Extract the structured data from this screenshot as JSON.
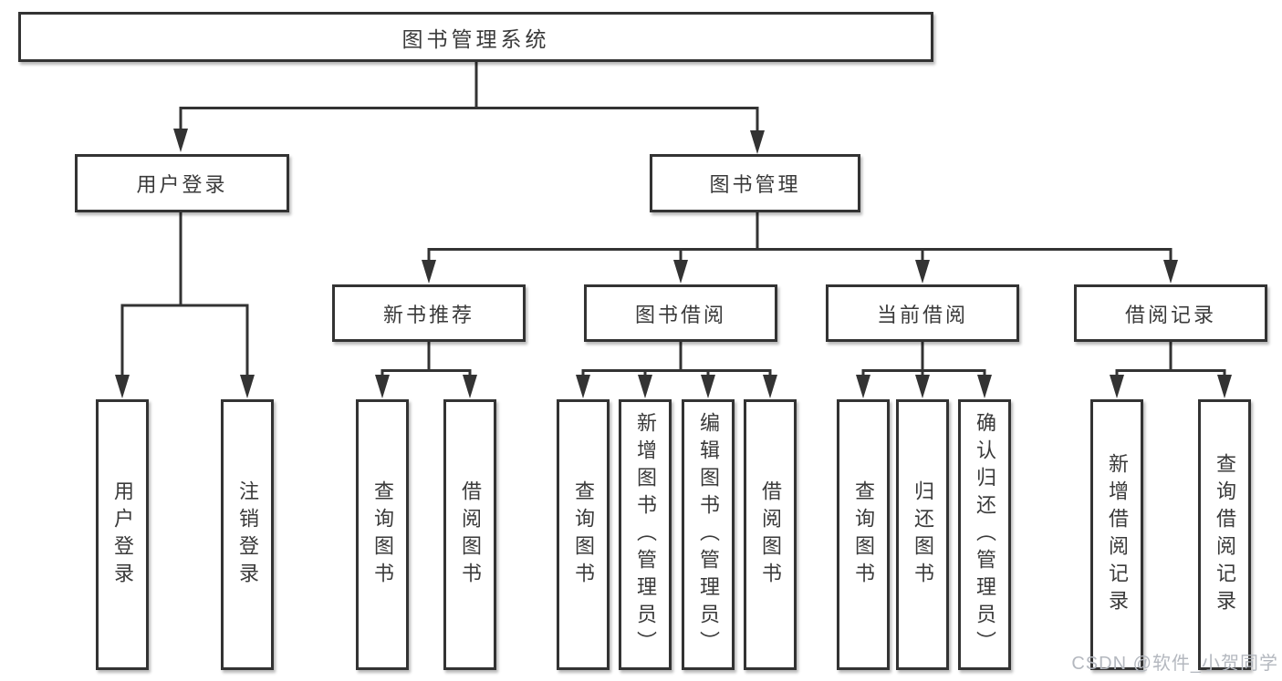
{
  "diagram": {
    "title": "图书管理系统",
    "root": {
      "label": "图书管理系统"
    },
    "branches": [
      {
        "label": "用户登录",
        "children": [
          "用户登录",
          "注销登录"
        ]
      },
      {
        "label": "图书管理",
        "sections": [
          {
            "label": "新书推荐",
            "children": [
              "查询图书",
              "借阅图书"
            ]
          },
          {
            "label": "图书借阅",
            "children": [
              "查询图书",
              "新增图书（管理员）",
              "编辑图书（管理员）",
              "借阅图书"
            ]
          },
          {
            "label": "当前借阅",
            "children": [
              "查询图书",
              "归还图书",
              "确认归还（管理员）"
            ]
          },
          {
            "label": "借阅记录",
            "children": [
              "新增借阅记录",
              "查询借阅记录"
            ]
          }
        ]
      }
    ],
    "watermark": "CSDN @软件_小贺同学",
    "colors": {
      "line": "#333333",
      "text": "#3a3a3a",
      "box_background": "#ffffff",
      "watermark": "#b4b8bf"
    }
  }
}
